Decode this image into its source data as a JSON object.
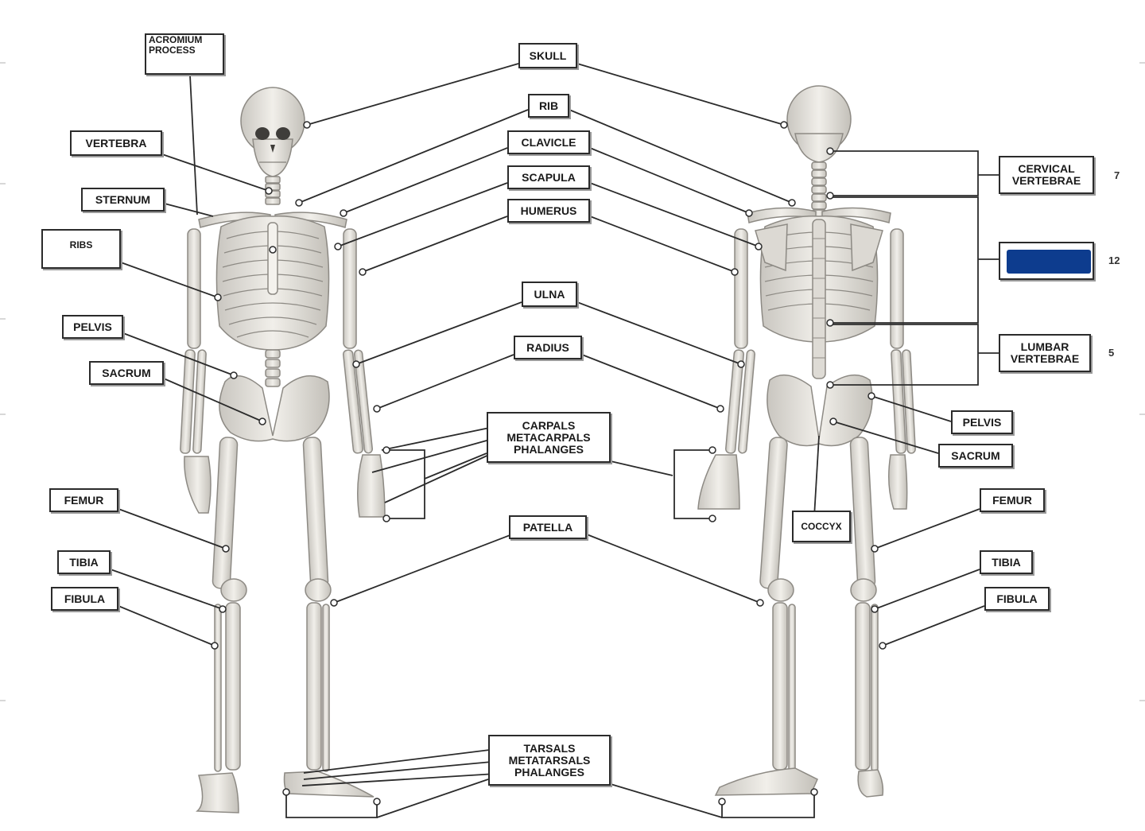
{
  "labels": {
    "acromium_process": [
      "ACROMIUM",
      "PROCESS"
    ],
    "skull": "SKULL",
    "rib": "RIB",
    "clavicle": "CLAVICLE",
    "scapula": "SCAPULA",
    "humerus": "HUMERUS",
    "ulna": "ULNA",
    "radius": "RADIUS",
    "hand_bones": [
      "CARPALS",
      "METACARPALS",
      "PHALANGES"
    ],
    "patella": "PATELLA",
    "foot_bones": [
      "TARSALS",
      "METATARSALS",
      "PHALANGES"
    ],
    "vertebra": "VERTEBRA",
    "sternum": "STERNUM",
    "ribs": "RIBS",
    "pelvis_left": "PELVIS",
    "sacrum_left": "SACRUM",
    "femur_left": "FEMUR",
    "tibia_left": "TIBIA",
    "fibula_left": "FIBULA",
    "cervical_vertebrae": [
      "CERVICAL",
      "VERTEBRAE"
    ],
    "lumbar_vertebrae": [
      "LUMBAR",
      "VERTEBRAE"
    ],
    "pelvis_right": "PELVIS",
    "sacrum_right": "SACRUM",
    "coccyx": "COCCYX",
    "femur_right": "FEMUR",
    "tibia_right": "TIBIA",
    "fibula_right": "FIBULA"
  },
  "counts": {
    "cervical": "7",
    "thoracic": "12",
    "lumbar": "5"
  },
  "colors": {
    "redaction": "#0d3c8e",
    "bone": "#e9e7e2",
    "bone_outline": "#8d8a84",
    "leader": "#2b2b2b"
  }
}
